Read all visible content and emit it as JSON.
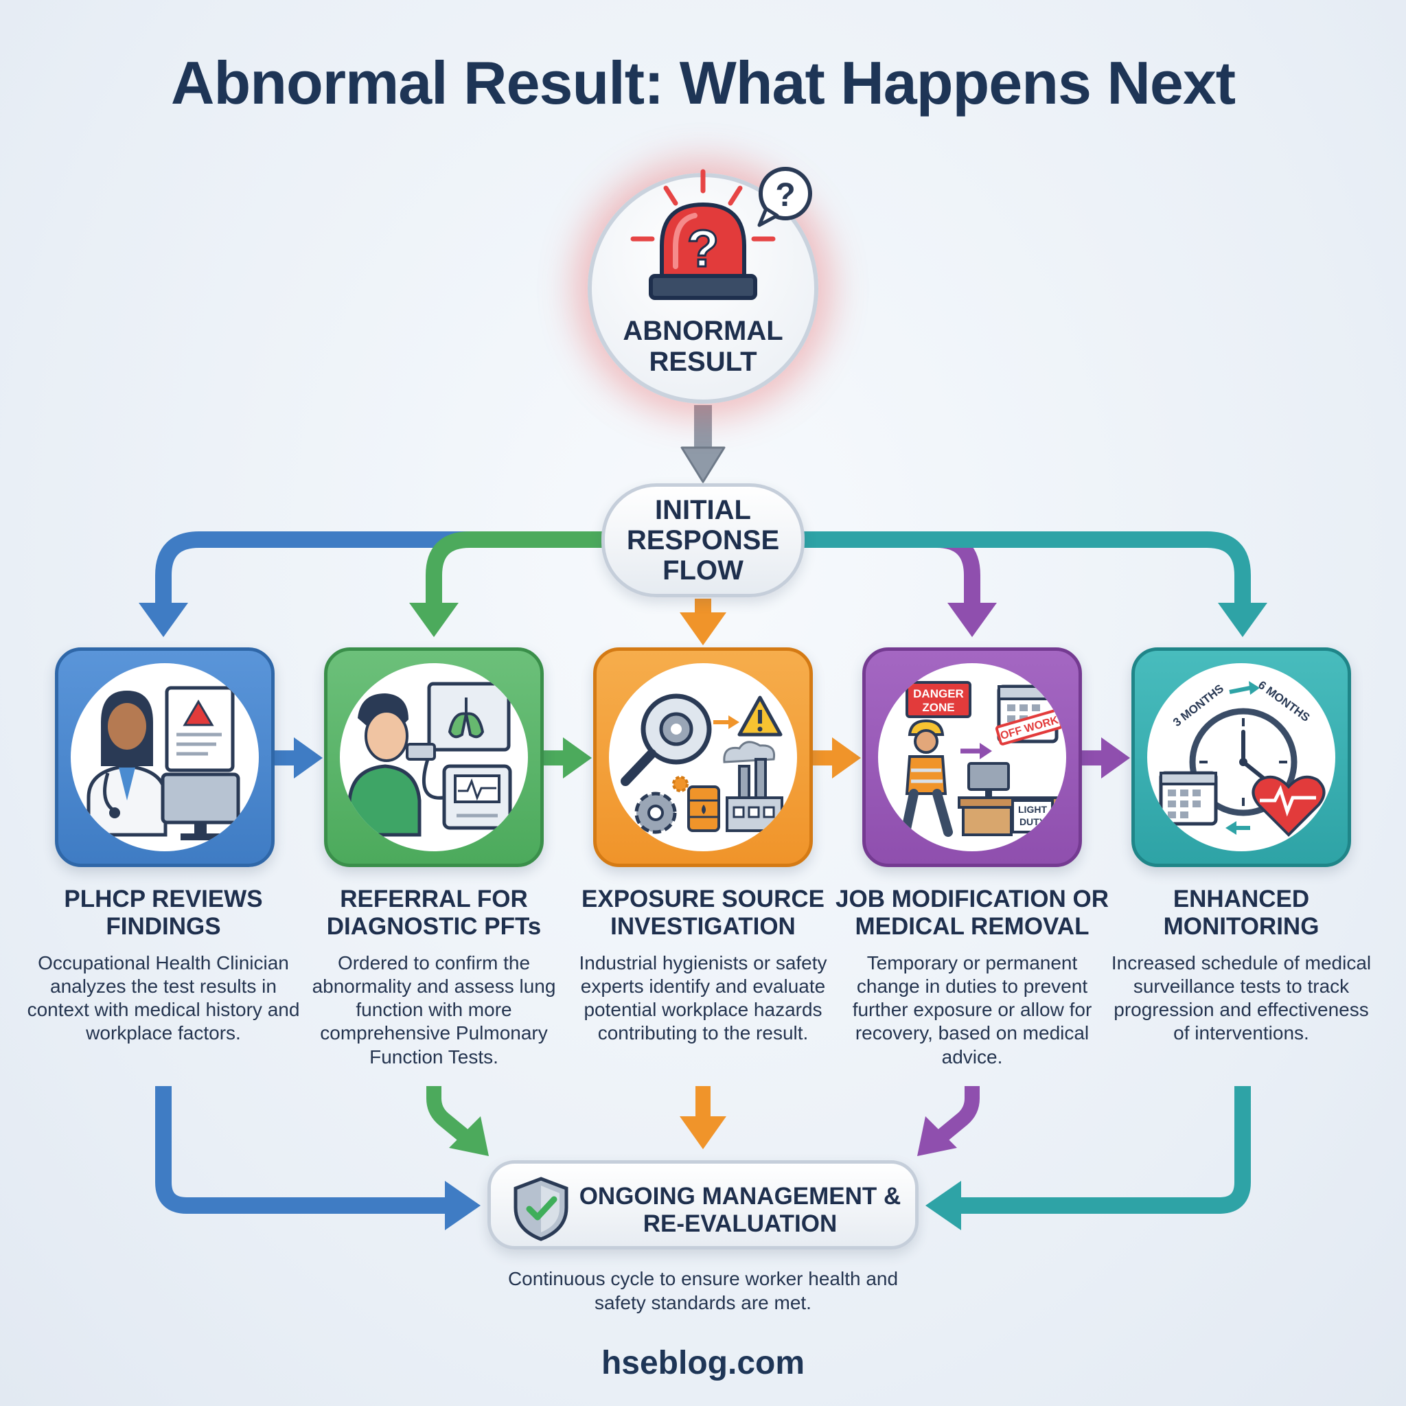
{
  "title": "Abnormal Result: What Happens Next",
  "start_node": {
    "label": "ABNORMAL RESULT",
    "icon": "siren-question-icon"
  },
  "initial_node": {
    "label": "INITIAL RESPONSE FLOW"
  },
  "steps": [
    {
      "title": "PLHCP REVIEWS FINDINGS",
      "description": "Occupational Health Clinician analyzes the test results in context with medical history and workplace factors.",
      "color": "#3f7cc4",
      "icon": "clinician-review-icon"
    },
    {
      "title": "REFERRAL FOR DIAGNOSTIC PFTs",
      "description": "Ordered to confirm the abnormality and assess lung function with more comprehensive Pulmonary Function Tests.",
      "color": "#4caa5c",
      "icon": "spirometry-icon"
    },
    {
      "title": "EXPOSURE SOURCE INVESTIGATION",
      "description": "Industrial hygienists or safety experts identify and evaluate potential workplace hazards contributing to the result.",
      "color": "#f0942a",
      "icon": "hazard-investigation-icon"
    },
    {
      "title": "JOB MODIFICATION OR MEDICAL REMOVAL",
      "description": "Temporary or permanent change in duties to prevent further exposure or allow for recovery, based on medical advice.",
      "color": "#8f4fae",
      "icon": "job-modification-icon",
      "tags": {
        "danger": "DANGER ZONE",
        "off_work": "OFF WORK",
        "light_duty": "LIGHT DUTY"
      }
    },
    {
      "title": "ENHANCED MONITORING",
      "description": "Increased schedule of medical surveillance tests to track progression and effectiveness of interventions.",
      "color": "#2ea3a6",
      "icon": "monitoring-clock-icon",
      "tags": {
        "m3": "3 MONTHS",
        "m6": "6 MONTHS"
      }
    }
  ],
  "end_node": {
    "title": "ONGOING MANAGEMENT & RE-EVALUATION",
    "description": "Continuous cycle to ensure worker health and safety standards are met.",
    "icon": "shield-check-icon"
  },
  "footer": "hseblog.com"
}
